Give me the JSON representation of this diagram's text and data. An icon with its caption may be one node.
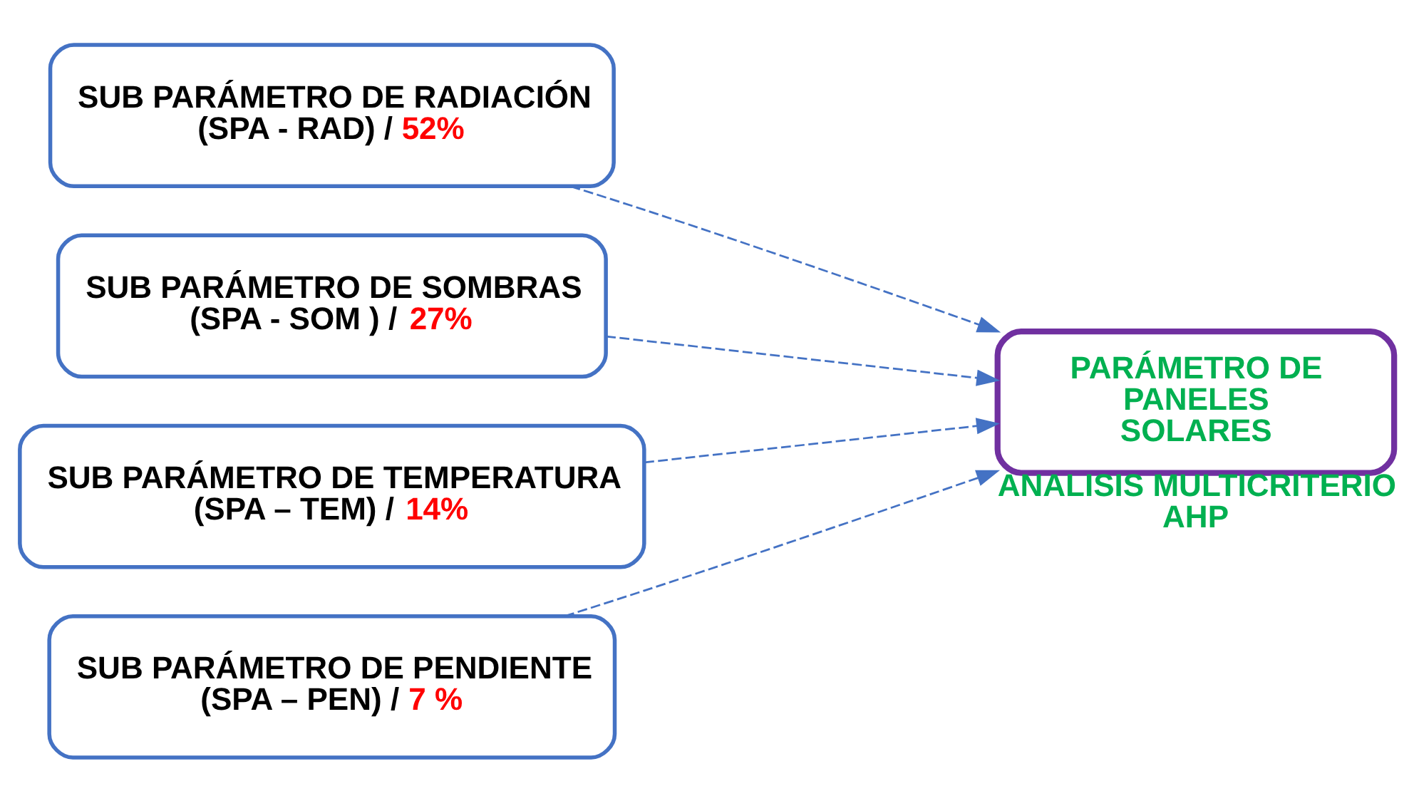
{
  "diagram": {
    "nodes": [
      {
        "text": [
          "SUB PARÁMETRO DE RADIACIÓN (SPA - RAD) / 52%"
        ]
      },
      {
        "text": [
          "SUB PARÁMETRO DE SOMBRAS (SPA - SOM ) / 27%"
        ]
      },
      {
        "text": [
          "SUB PARÁMETRO DE TEMPERATURA (SPA – TEM) / 14%"
        ]
      },
      {
        "text": [
          "SUB PARÁMETRO DE PENDIENTE (SPA – PEN) / 7 %"
        ]
      },
      {
        "text": [
          "PARÁMETRO DE PANELES SOLARES"
        ],
        "beside": [
          "ANALISIS MULTICRITERIO AHP"
        ]
      }
    ],
    "edges": [
      {
        "from": 0,
        "to": 4,
        "arrow": "to",
        "style": "dashed"
      },
      {
        "from": 1,
        "to": 4,
        "arrow": "to",
        "style": "dashed"
      },
      {
        "from": 2,
        "to": 4,
        "arrow": "to",
        "style": "dashed"
      },
      {
        "from": 3,
        "to": 4,
        "arrow": "to",
        "style": "dashed"
      }
    ]
  }
}
